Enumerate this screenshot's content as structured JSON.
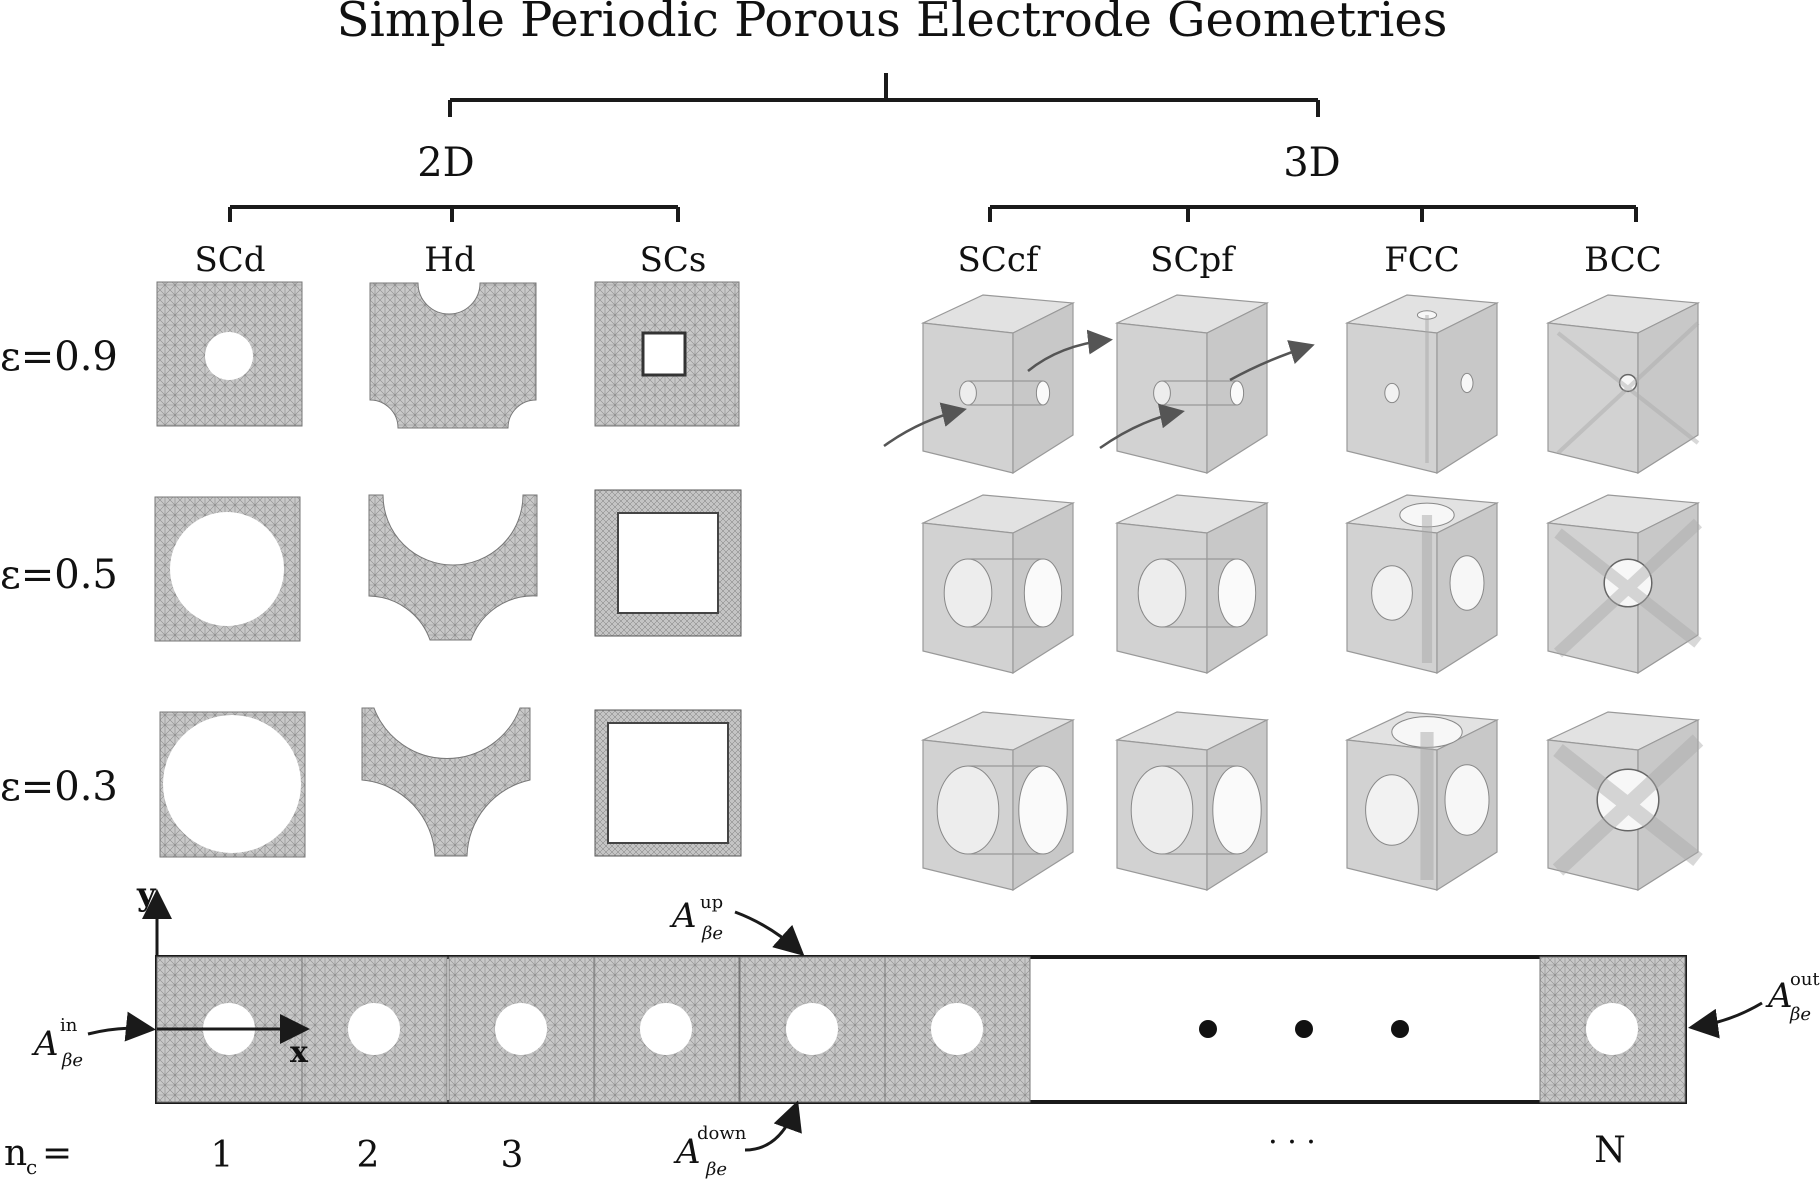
{
  "title": "Simple Periodic Porous Electrode Geometries",
  "groups": {
    "two_d": "2D",
    "three_d": "3D"
  },
  "geometries_2d": [
    "SCd",
    "Hd",
    "SCs"
  ],
  "geometries_3d": [
    "SCcf",
    "SCpf",
    "FCC",
    "BCC"
  ],
  "porosity_rows": [
    "ε=0.9",
    "ε=0.5",
    "ε=0.3"
  ],
  "strip": {
    "axis_y": "y",
    "axis_x": "x",
    "area_up": {
      "base": "A",
      "sub": "βe",
      "sup": "up"
    },
    "area_down": {
      "base": "A",
      "sub": "βe",
      "sup": "down"
    },
    "area_in": {
      "base": "A",
      "sub": "βe",
      "sup": "in"
    },
    "area_out": {
      "base": "A",
      "sub": "βe",
      "sup": "out"
    },
    "nc_label": "n",
    "nc_sub": "c",
    "nc_eq": "=",
    "cell_numbers": [
      "1",
      "2",
      "3",
      "N"
    ],
    "dots_label": "· · ·"
  },
  "colors": {
    "mesh_fill": "#c9c9c9",
    "mesh_line": "#8a8a8a",
    "cube_face": "#d6d6d6",
    "cube_edge": "#9a9a9a",
    "ink": "#1a1a1a"
  }
}
